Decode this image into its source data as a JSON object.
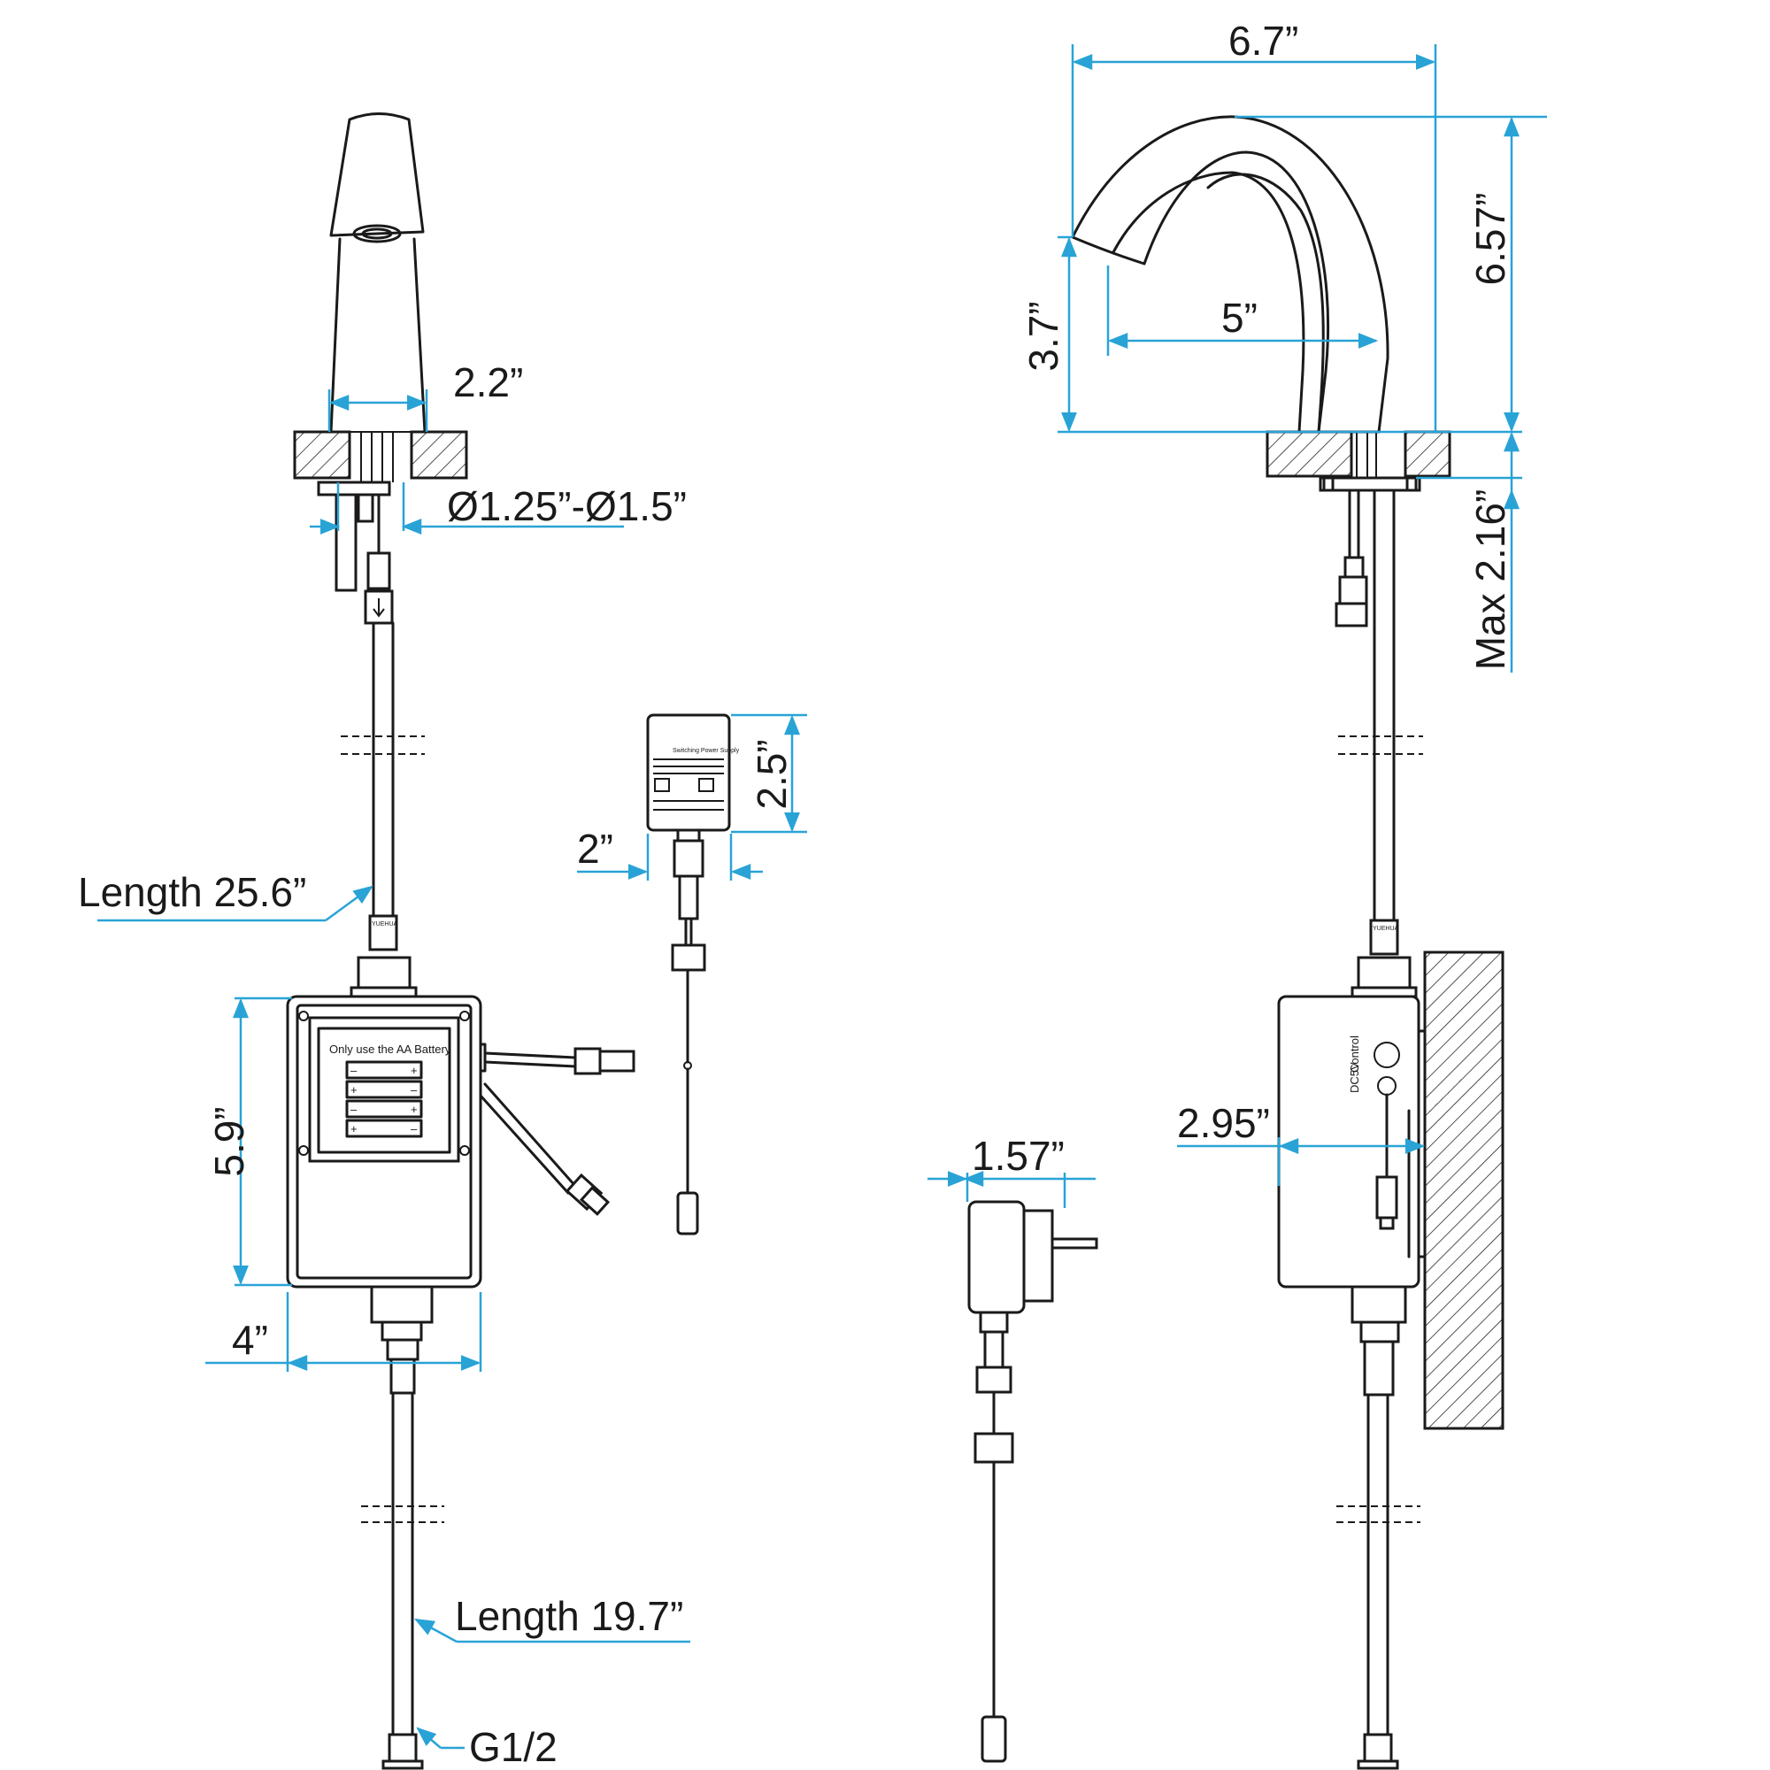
{
  "dimensions": {
    "spout_width": "2.2”",
    "hole_diameter": "Ø1.25”-Ø1.5”",
    "inlet_hose_length": "Length 25.6”",
    "control_box_height": "5.9”",
    "control_box_width": "4”",
    "outlet_hose_length": "Length 19.7”",
    "thread": "G1/2",
    "adapter_height": "2.5”",
    "adapter_width": "2”",
    "plug_depth": "1.57”",
    "reach_total": "6.7”",
    "spout_reach": "5”",
    "spout_height": "6.57”",
    "outlet_height": "3.7”",
    "max_deck_thickness": "Max 2.16”",
    "box_depth": "2.95”"
  },
  "labels": {
    "battery_notice": "Only use the AA Battery",
    "plus": "+",
    "minus": "–",
    "adapter_title": "Switching Power Supply",
    "box_port_1": "DC5V",
    "box_port_2": "Control"
  },
  "colors": {
    "dimension": "#29a3d6",
    "outline": "#1a1a1a"
  }
}
